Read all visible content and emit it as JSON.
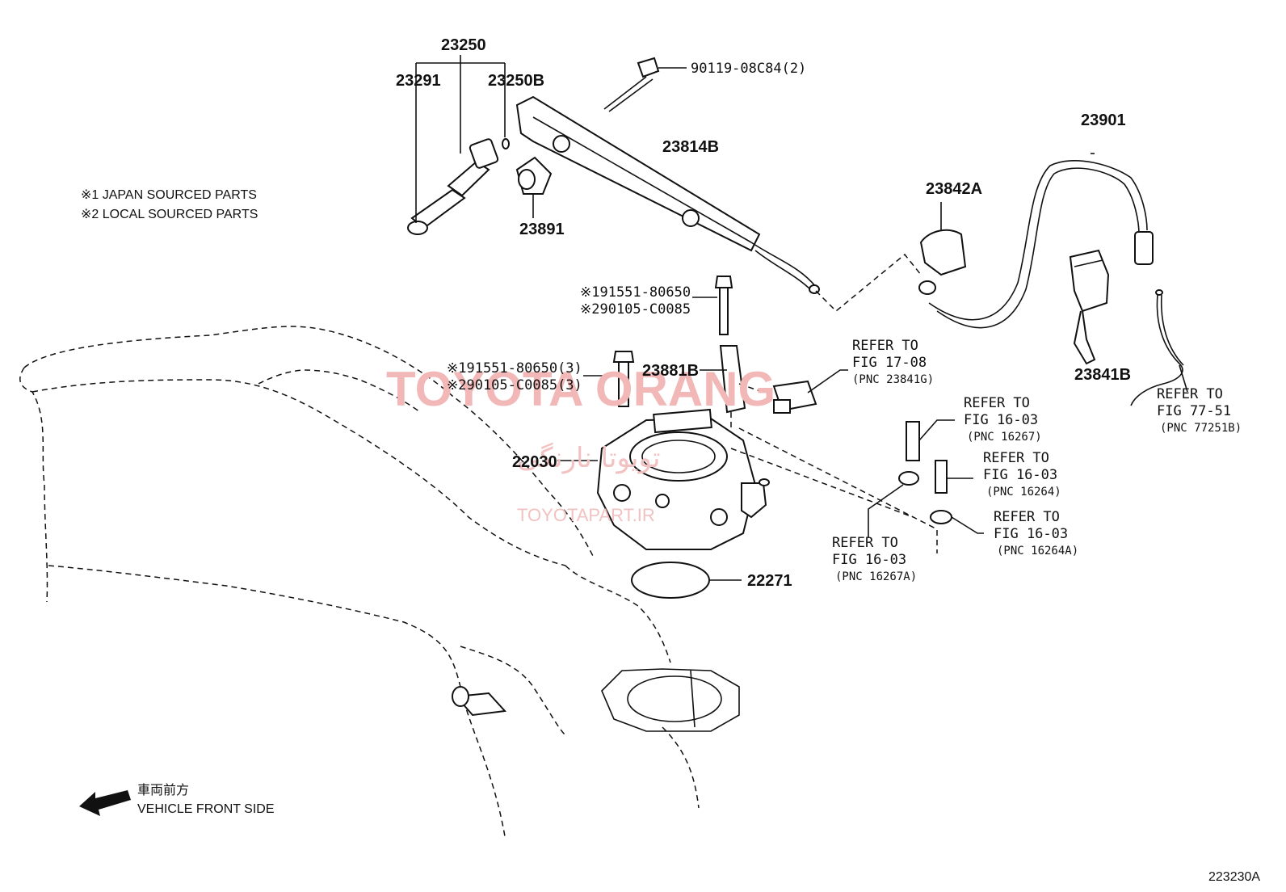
{
  "notes": {
    "japan": "※1 JAPAN SOURCED PARTS",
    "local": "※2 LOCAL SOURCED PARTS"
  },
  "part_numbers": {
    "p23250": "23250",
    "p23291": "23291",
    "p23250b": "23250B",
    "p90119": "90119-08C84(2)",
    "p23814b": "23814B",
    "p23891": "23891",
    "p23901": "23901",
    "p23842a": "23842A",
    "p23841b": "23841B",
    "bolt_single_1": "※191551-80650",
    "bolt_single_2": "※290105-C0085",
    "bolt_triple_1": "※191551-80650(3)",
    "bolt_triple_2": "※290105-C0085(3)",
    "p23881b": "23881B",
    "p22030": "22030",
    "p22271": "22271"
  },
  "references": {
    "r1": {
      "line1": "REFER TO",
      "line2": "FIG 17-08",
      "line3": "(PNC 23841G)"
    },
    "r2": {
      "line1": "REFER TO",
      "line2": "FIG 77-51",
      "line3": "(PNC 77251B)"
    },
    "r3": {
      "line1": "REFER TO",
      "line2": "FIG 16-03",
      "line3": "(PNC 16267)"
    },
    "r4": {
      "line1": "REFER TO",
      "line2": "FIG 16-03",
      "line3": "(PNC 16264)"
    },
    "r5": {
      "line1": "REFER TO",
      "line2": "FIG 16-03",
      "line3": "(PNC 16264A)"
    },
    "r6": {
      "line1": "REFER TO",
      "line2": "FIG 16-03",
      "line3": "(PNC 16267A)"
    }
  },
  "front": {
    "japanese": "車両前方",
    "english": "VEHICLE FRONT SIDE"
  },
  "figure_id": "223230A",
  "watermark": {
    "brand": "TOYOTA ORANG",
    "persian": "تویوتا نارنگی",
    "site": "TOYOTAPART.IR"
  }
}
